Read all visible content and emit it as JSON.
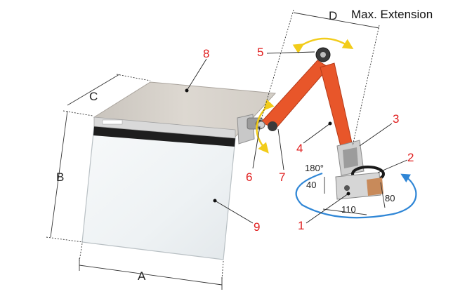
{
  "title": "Max. Extension",
  "dimensions": {
    "A": "A",
    "B": "B",
    "C": "C",
    "D": "D"
  },
  "numbers": {
    "n1": "1",
    "n2": "2",
    "n3": "3",
    "n4": "4",
    "n5": "5",
    "n6": "6",
    "n7": "7",
    "n8": "8",
    "n9": "9"
  },
  "base_dims": {
    "angle": "180°",
    "height": "40",
    "width": "110",
    "depth": "80"
  },
  "colors": {
    "arm": "#e8562a",
    "callout": "#e01e1e",
    "yellow_arrow": "#f2cc1a",
    "blue_arrow": "#2f86d6"
  }
}
